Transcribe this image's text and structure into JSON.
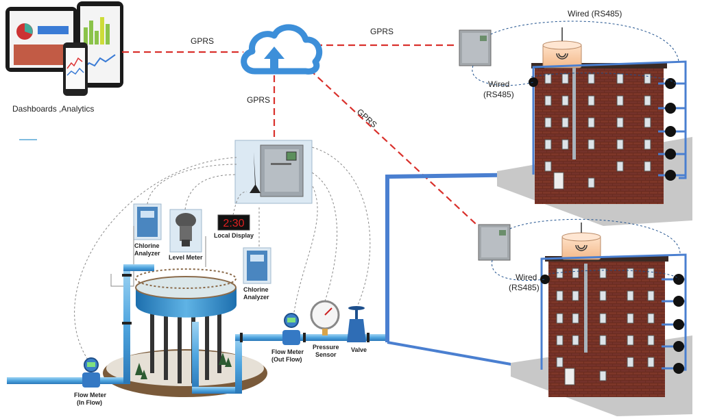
{
  "labels": {
    "dashboards": "Dashboards ,Analytics",
    "gprs_left": "GPRS",
    "gprs_right": "GPRS",
    "gprs_down": "GPRS",
    "gprs_diag": "GPRS",
    "wired_top": "Wired (RS485)",
    "wired_b1_line1": "Wired",
    "wired_b1_line2": "(RS485)",
    "wired_b2_line1": "Wired",
    "wired_b2_line2": "(RS485)",
    "chlorine_1_line1": "Chlorine",
    "chlorine_1_line2": "Analyzer",
    "chlorine_2_line1": "Chlorine",
    "chlorine_2_line2": "Analyzer",
    "level_meter": "Level Meter",
    "local_display": "Local Display",
    "display_value": "2:30",
    "flow_in_line1": "Flow Meter",
    "flow_in_line2": "(In Flow)",
    "flow_out_line1": "Flow Meter",
    "flow_out_line2": "(Out Flow)",
    "pressure_line1": "Pressure",
    "pressure_line2": "Sensor",
    "valve": "Valve"
  },
  "colors": {
    "gprs_link": "#d9302b",
    "pipe": "#4a7fd0",
    "cloud": "#3d8fd9",
    "brick": "#6e2f22",
    "tower": "#2f86c6"
  }
}
